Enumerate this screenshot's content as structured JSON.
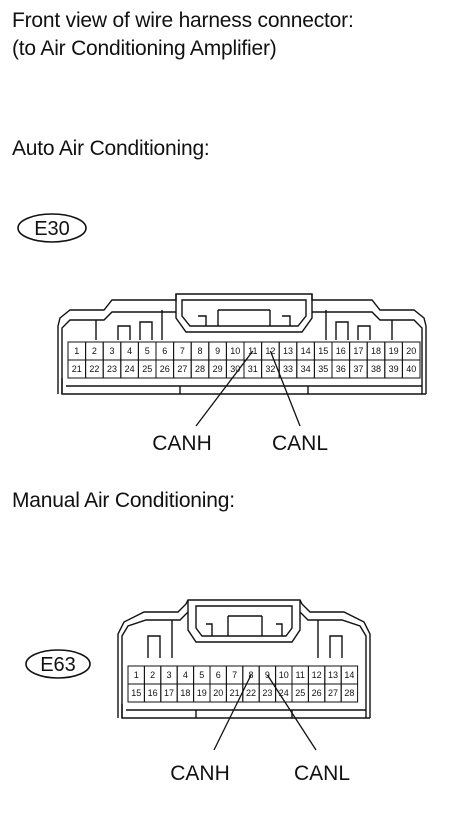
{
  "heading": {
    "line1": "Front view of wire harness connector:",
    "line2": "(to Air Conditioning Amplifier)"
  },
  "auto": {
    "title": "Auto Air Conditioning:",
    "connector_id": "E30",
    "pins_row1": [
      "1",
      "2",
      "3",
      "4",
      "5",
      "6",
      "7",
      "8",
      "9",
      "10",
      "11",
      "12",
      "13",
      "14",
      "15",
      "16",
      "17",
      "18",
      "19",
      "20"
    ],
    "pins_row2": [
      "21",
      "22",
      "23",
      "24",
      "25",
      "26",
      "27",
      "28",
      "29",
      "30",
      "31",
      "32",
      "33",
      "34",
      "35",
      "36",
      "37",
      "38",
      "39",
      "40"
    ],
    "labels": [
      {
        "text": "CANH",
        "pin": "11"
      },
      {
        "text": "CANL",
        "pin": "12"
      }
    ]
  },
  "manual": {
    "title": "Manual Air Conditioning:",
    "connector_id": "E63",
    "pins_row1": [
      "1",
      "2",
      "3",
      "4",
      "5",
      "6",
      "7",
      "8",
      "9",
      "10",
      "11",
      "12",
      "13",
      "14"
    ],
    "pins_row2": [
      "15",
      "16",
      "17",
      "18",
      "19",
      "20",
      "21",
      "22",
      "23",
      "24",
      "25",
      "26",
      "27",
      "28"
    ],
    "labels": [
      {
        "text": "CANH",
        "pin": "8"
      },
      {
        "text": "CANL",
        "pin": "9"
      }
    ]
  }
}
